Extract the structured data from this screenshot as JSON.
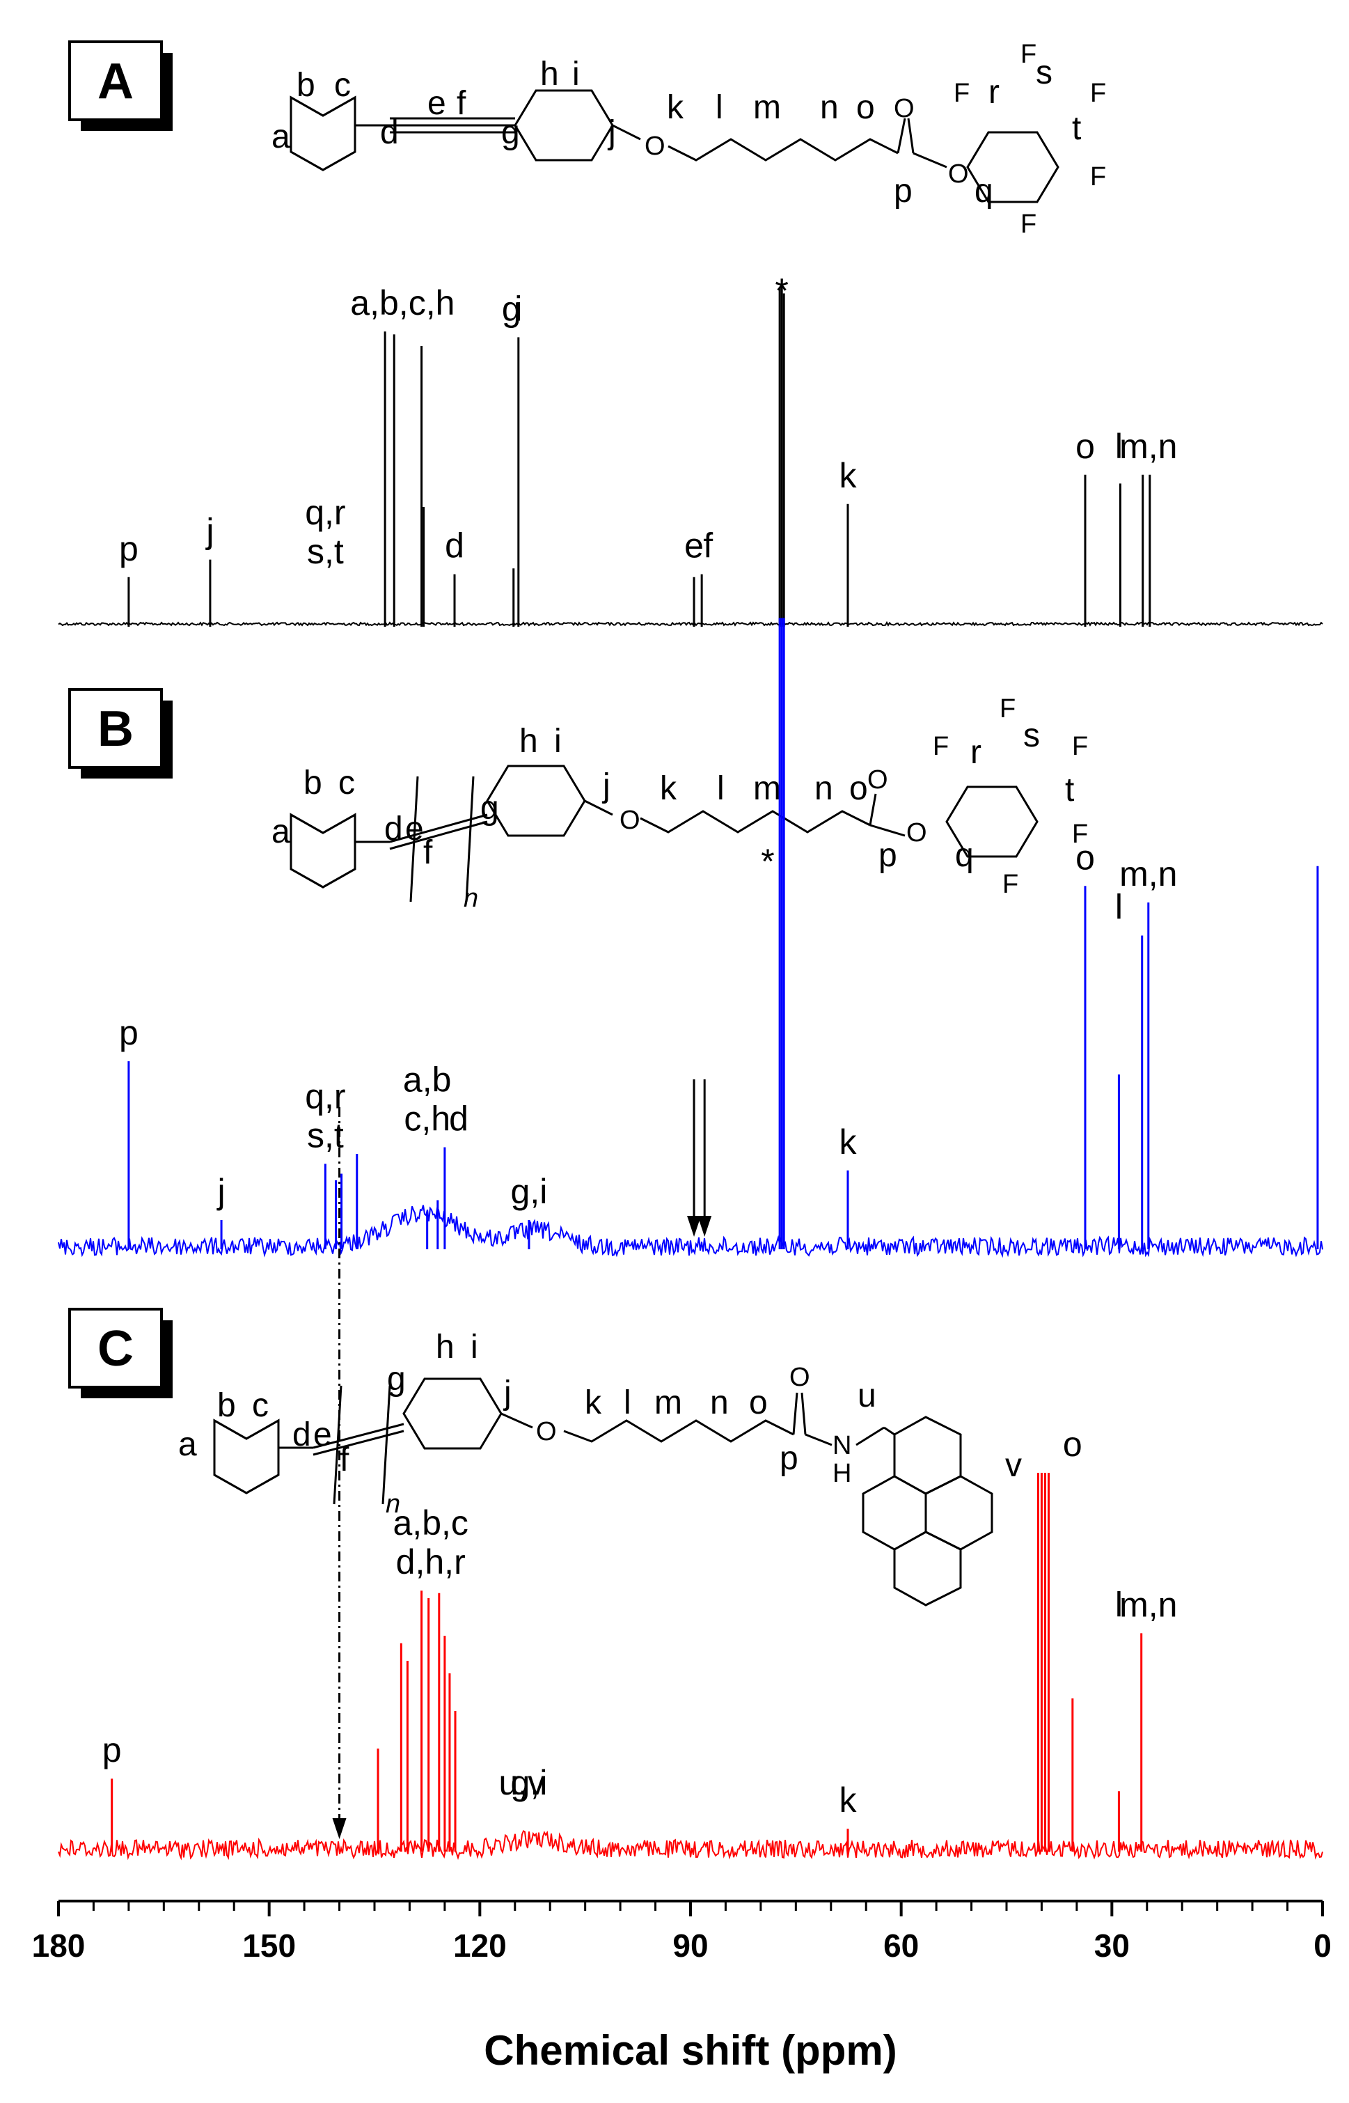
{
  "panels": [
    {
      "letter": "A",
      "color": "#000000",
      "structure_labels": [
        "a",
        "b",
        "c",
        "d",
        "e",
        "f",
        "g",
        "h",
        "i",
        "j",
        "k",
        "l",
        "m",
        "n",
        "o",
        "p",
        "q",
        "r",
        "s",
        "t",
        "O",
        "O",
        "O",
        "F",
        "F",
        "F",
        "F",
        "F"
      ]
    },
    {
      "letter": "B",
      "color": "#0000ff",
      "structure_labels": [
        "a",
        "b",
        "c",
        "d",
        "e",
        "f",
        "g",
        "h",
        "i",
        "j",
        "k",
        "l",
        "m",
        "n",
        "o",
        "p",
        "q",
        "r",
        "s",
        "t",
        "n",
        "O",
        "O",
        "O",
        "F",
        "F",
        "F",
        "F",
        "F"
      ]
    },
    {
      "letter": "C",
      "color": "#ff0000",
      "structure_labels": [
        "a",
        "b",
        "c",
        "d",
        "e",
        "f",
        "g",
        "h",
        "i",
        "j",
        "k",
        "l",
        "m",
        "n",
        "o",
        "p",
        "u",
        "v",
        "n",
        "O",
        "O",
        "N",
        "H"
      ]
    }
  ],
  "chart_data": {
    "type": "line",
    "xlabel": "Chemical shift (ppm)",
    "xlim": [
      180,
      0
    ],
    "xticks": [
      180,
      150,
      120,
      90,
      60,
      30,
      0
    ],
    "xtick_labels": [
      "180",
      "150",
      "120",
      "90",
      "60",
      "30",
      "0"
    ],
    "series": [
      {
        "panel": "A",
        "color": "#000000",
        "peaks": [
          {
            "x": 170.0,
            "h": 0.16
          },
          {
            "x": 158.4,
            "h": 0.22
          },
          {
            "x": 133.5,
            "h": 1.0
          },
          {
            "x": 132.2,
            "h": 0.99
          },
          {
            "x": 128.3,
            "h": 0.95
          },
          {
            "x": 128.0,
            "h": 0.4
          },
          {
            "x": 123.6,
            "h": 0.17
          },
          {
            "x": 115.2,
            "h": 0.19
          },
          {
            "x": 114.5,
            "h": 0.98
          },
          {
            "x": 89.5,
            "h": 0.16
          },
          {
            "x": 88.4,
            "h": 0.17
          },
          {
            "x": 77.3,
            "h": 1.15
          },
          {
            "x": 77.0,
            "h": 1.18
          },
          {
            "x": 76.7,
            "h": 1.13
          },
          {
            "x": 67.6,
            "h": 0.41
          },
          {
            "x": 33.8,
            "h": 0.51
          },
          {
            "x": 28.8,
            "h": 0.48
          },
          {
            "x": 25.6,
            "h": 0.51
          },
          {
            "x": 24.6,
            "h": 0.51
          }
        ],
        "annotations": [
          {
            "x": 170.0,
            "lines": [
              "p"
            ]
          },
          {
            "x": 158.4,
            "lines": [
              "j"
            ]
          },
          {
            "x": 142.0,
            "lines": [
              "q,r",
              "s,t"
            ]
          },
          {
            "x": 131.0,
            "lines": [
              "a,b,c,h"
            ]
          },
          {
            "x": 123.6,
            "lines": [
              "d"
            ]
          },
          {
            "x": 115.5,
            "lines": [
              "g"
            ]
          },
          {
            "x": 114.5,
            "lines": [
              "i"
            ]
          },
          {
            "x": 89.5,
            "lines": [
              "e"
            ]
          },
          {
            "x": 87.5,
            "lines": [
              "f"
            ]
          },
          {
            "x": 77.0,
            "lines": [
              "*"
            ]
          },
          {
            "x": 67.6,
            "lines": [
              "k"
            ]
          },
          {
            "x": 33.8,
            "lines": [
              "o"
            ]
          },
          {
            "x": 29.0,
            "lines": [
              "l"
            ]
          },
          {
            "x": 24.8,
            "lines": [
              "m,n"
            ]
          }
        ]
      },
      {
        "panel": "B",
        "color": "#0000ff",
        "peaks": [
          {
            "x": 170.0,
            "h": 0.56
          },
          {
            "x": 156.8,
            "h": 0.08
          },
          {
            "x": 142.0,
            "h": 0.25
          },
          {
            "x": 140.5,
            "h": 0.2
          },
          {
            "x": 139.7,
            "h": 0.22
          },
          {
            "x": 137.5,
            "h": 0.28
          },
          {
            "x": 127.5,
            "h": 0.1
          },
          {
            "x": 126.0,
            "h": 0.14
          },
          {
            "x": 125.0,
            "h": 0.3
          },
          {
            "x": 113.0,
            "h": 0.08
          },
          {
            "x": 77.3,
            "h": 1.9
          },
          {
            "x": 77.0,
            "h": 1.9
          },
          {
            "x": 76.7,
            "h": 1.9
          },
          {
            "x": 67.6,
            "h": 0.23
          },
          {
            "x": 33.8,
            "h": 1.09
          },
          {
            "x": 29.0,
            "h": 0.52
          },
          {
            "x": 25.7,
            "h": 0.94
          },
          {
            "x": 24.8,
            "h": 1.04
          },
          {
            "x": 0.7,
            "h": 1.15
          }
        ],
        "humps": [
          {
            "x": 128.0,
            "h": 0.1,
            "w": 7
          },
          {
            "x": 112.0,
            "h": 0.05,
            "w": 5
          }
        ],
        "annotations": [
          {
            "x": 170.0,
            "lines": [
              "p"
            ]
          },
          {
            "x": 156.8,
            "lines": [
              "j"
            ]
          },
          {
            "x": 142.0,
            "lines": [
              "q,r",
              "s,t"
            ]
          },
          {
            "x": 127.5,
            "lines": [
              "a,b",
              "c,h"
            ]
          },
          {
            "x": 123.0,
            "lines": [
              "d"
            ]
          },
          {
            "x": 113.0,
            "lines": [
              "g,i"
            ]
          },
          {
            "x": 79.0,
            "lines": [
              "*"
            ]
          },
          {
            "x": 67.6,
            "lines": [
              "k"
            ]
          },
          {
            "x": 33.8,
            "lines": [
              "o"
            ]
          },
          {
            "x": 29.0,
            "lines": [
              "l"
            ]
          },
          {
            "x": 24.8,
            "lines": [
              "m,n"
            ]
          }
        ],
        "arrow_markers_ppm": [
          89.5,
          88.0
        ]
      },
      {
        "panel": "C",
        "color": "#ff0000",
        "peaks": [
          {
            "x": 172.4,
            "h": 0.28
          },
          {
            "x": 134.5,
            "h": 0.4
          },
          {
            "x": 131.2,
            "h": 0.82
          },
          {
            "x": 130.3,
            "h": 0.75
          },
          {
            "x": 128.3,
            "h": 1.03
          },
          {
            "x": 127.3,
            "h": 1.0
          },
          {
            "x": 125.8,
            "h": 1.02
          },
          {
            "x": 125.0,
            "h": 0.85
          },
          {
            "x": 124.3,
            "h": 0.7
          },
          {
            "x": 123.5,
            "h": 0.55
          },
          {
            "x": 67.6,
            "h": 0.08
          },
          {
            "x": 40.5,
            "h": 1.5
          },
          {
            "x": 40.0,
            "h": 1.5
          },
          {
            "x": 39.5,
            "h": 1.5
          },
          {
            "x": 39.0,
            "h": 1.5
          },
          {
            "x": 35.6,
            "h": 0.6
          },
          {
            "x": 29.0,
            "h": 0.23
          },
          {
            "x": 25.8,
            "h": 0.86
          }
        ],
        "humps": [
          {
            "x": 112.0,
            "h": 0.04,
            "w": 5
          }
        ],
        "annotations": [
          {
            "x": 172.4,
            "lines": [
              "p"
            ]
          },
          {
            "x": 127.0,
            "lines": [
              "a,b,c",
              "d,h,r"
            ]
          },
          {
            "x": 113.0,
            "lines": [
              "g,i"
            ]
          },
          {
            "x": 114.0,
            "lines": [
              "u,v"
            ]
          },
          {
            "x": 67.6,
            "lines": [
              "k"
            ]
          },
          {
            "x": 35.6,
            "lines": [
              "o"
            ]
          },
          {
            "x": 29.0,
            "lines": [
              "l"
            ]
          },
          {
            "x": 24.8,
            "lines": [
              "m,n"
            ]
          }
        ],
        "arrow_markers_ppm": [
          140.0
        ]
      }
    ]
  }
}
